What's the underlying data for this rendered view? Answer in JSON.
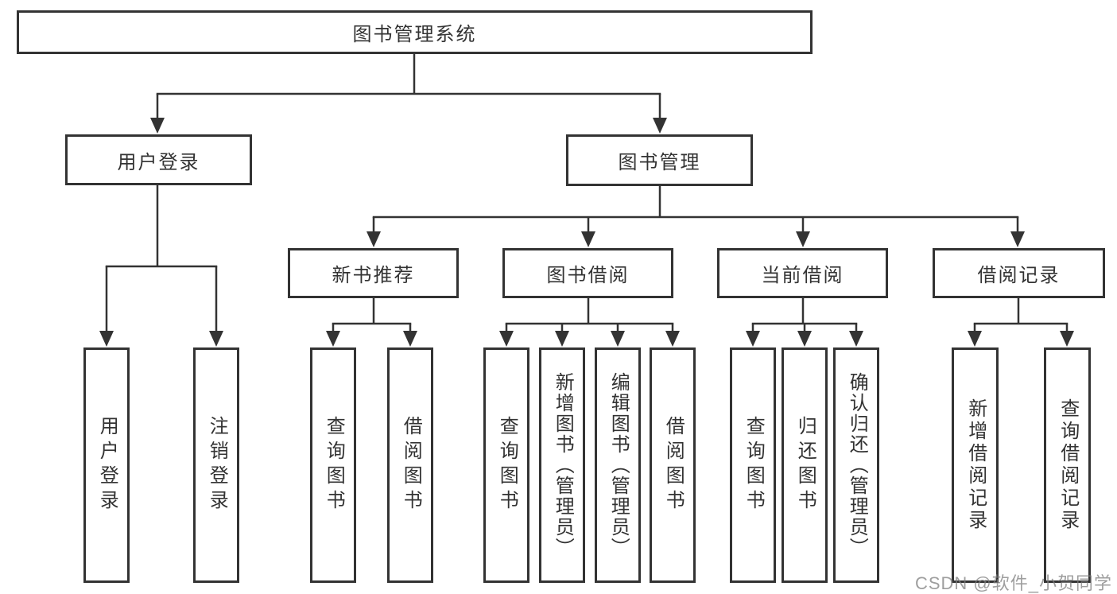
{
  "diagram": {
    "title": "图书管理系统",
    "level2": [
      "用户登录",
      "图书管理"
    ],
    "level3": [
      "新书推荐",
      "图书借阅",
      "当前借阅",
      "借阅记录"
    ],
    "leaves": {
      "login": [
        "用户登录",
        "注销登录"
      ],
      "new_book": [
        "查询图书",
        "借阅图书"
      ],
      "book_borrow": [
        "查询图书",
        "新增图书（管理员）",
        "编辑图书（管理员）",
        "借阅图书"
      ],
      "current_borrow": [
        "查询图书",
        "归还图书",
        "确认归还（管理员）"
      ],
      "borrow_records": [
        "新增借阅记录",
        "查询借阅记录"
      ]
    }
  },
  "watermark": "CSDN @软件_小贺同学",
  "colors": {
    "line": "#333333",
    "text": "#333333",
    "background": "#ffffff"
  }
}
